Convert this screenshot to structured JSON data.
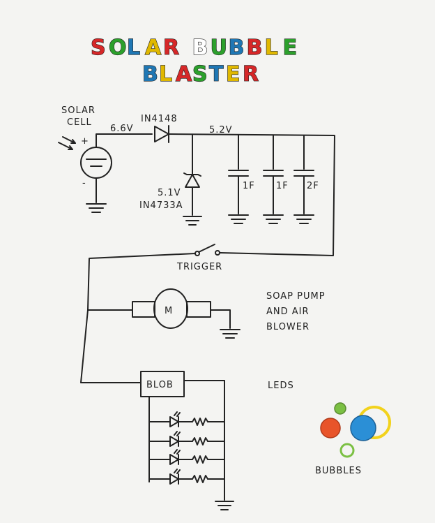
{
  "title": {
    "line1": "SOLAR BUBBLE",
    "line2": "BLASTER",
    "line1_colors": [
      "#d62728",
      "#2ca02c",
      "#1f77b4",
      "#e0b800",
      "#d62728",
      "#ffffff",
      "#2ca02c",
      "#1f77b4",
      "#d62728",
      "#e0b800",
      "#2ca02c",
      "#1f77b4"
    ],
    "line2_colors": [
      "#1f77b4",
      "#e0b800",
      "#d62728",
      "#2ca02c",
      "#1f77b4",
      "#e0b800",
      "#d62728"
    ]
  },
  "labels": {
    "solar_cell": "SOLAR\nCELL",
    "v_in": "6.6V",
    "diode": "IN4148",
    "v_rail": "5.2V",
    "zener": "5.1V\nIN4733A",
    "cap1": "1F",
    "cap2": "1F",
    "cap3": "2F",
    "trigger": "TRIGGER",
    "motor": "M",
    "pump": "SOAP PUMP\nAND AIR\nBLOWER",
    "blob": "BLOB",
    "leds": "LEDS",
    "bubbles": "BUBBLES"
  },
  "colors": {
    "ink": "#222222",
    "bubble_red": "#e8542a",
    "bubble_blue": "#2b8fd6",
    "bubble_yellow": "#f2d21c",
    "bubble_green": "#7bc043"
  }
}
